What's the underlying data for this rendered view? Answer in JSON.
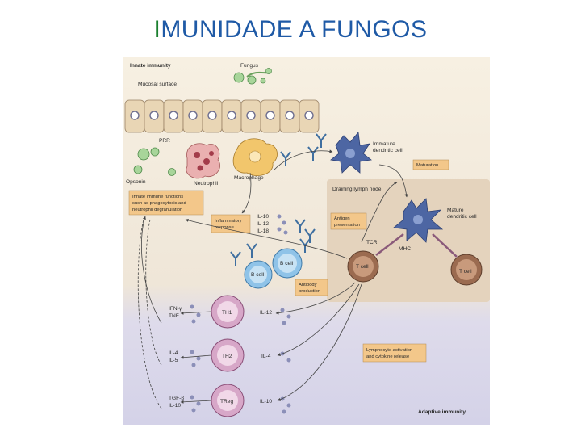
{
  "slide": {
    "title_first": "I",
    "title_rest": "MUNIDADE A FUNGOS"
  },
  "figure": {
    "innate_immunity": "Innate immunity",
    "fungus": "Fungus",
    "mucosal_surface": "Mucosal surface",
    "prr": "PRR",
    "opsonin": "Opsonin",
    "neutrophil": "Neutrophil",
    "macrophage": "Macrophage",
    "immature_dc": [
      "Immature",
      "dendritic cell"
    ],
    "maturation": "Maturation",
    "draining_lymph_node": "Draining lymph node",
    "mature_dc": [
      "Mature",
      "dendritic cell"
    ],
    "innate_functions": [
      "Innate immune functions",
      "such as phagocytosis and",
      "neutrophil degranulation"
    ],
    "inflammatory_response": [
      "Inflammatory",
      "response"
    ],
    "il_inflammatory": [
      "IL-10",
      "IL-12",
      "IL-18"
    ],
    "antigen_presentation": [
      "Antigen",
      "presentation"
    ],
    "tcr": "TCR",
    "mhc": "MHC",
    "t_cell": "T cell",
    "b_cell": "B cell",
    "antibody_production": [
      "Antibody",
      "production"
    ],
    "th1": "TH1",
    "th2": "TH2",
    "treg": "TReg",
    "il12": "IL-12",
    "il4": "IL-4",
    "il10": "IL-10",
    "th1_out": [
      "IFN-γ",
      "TNF"
    ],
    "th2_out": [
      "IL-4",
      "IL-5"
    ],
    "treg_out": [
      "TGF-β",
      "IL-10"
    ],
    "lymphocyte_activation": [
      "Lymphocyte activation",
      "and cytokine release"
    ],
    "adaptive_immunity": "Adaptive immunity"
  },
  "colors": {
    "title_first": "#1a7f2e",
    "title": "#1f5aa6",
    "innate_bg": "#f6efe2",
    "adaptive_bg": "#dcd9ea",
    "lymph_node": "#e2d2bd",
    "label_box": "#f3c78a",
    "cell_green": "#9ccb8e",
    "macrophage": "#f0c56a",
    "neutrophil": "#e8a6a6",
    "dendritic": "#4d66a3",
    "tcell": "#9b6b50",
    "bcell": "#8fc3e8",
    "th_cell": "#d7a7c8"
  }
}
